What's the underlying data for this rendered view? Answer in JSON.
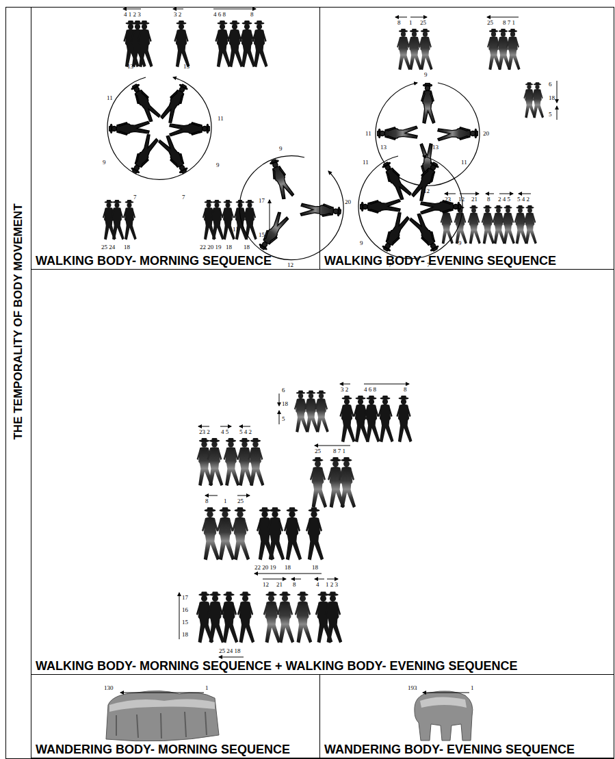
{
  "diagram": {
    "title": "THE TEMPORALITY OF BODY MOVEMENT",
    "nodes": [
      {
        "text": [
          "WALKING BODY- MORNING SEQUENCE"
        ]
      },
      {
        "text": [
          "WALKING BODY- EVENING SEQUENCE"
        ]
      },
      {
        "text": [
          "WALKING BODY- MORNING SEQUENCE + WALKING BODY- EVENING SEQUENCE"
        ]
      },
      {
        "text": [
          "WANDERING BODY- MORNING SEQUENCE"
        ]
      },
      {
        "text": [
          "WANDERING BODY- EVENING SEQUENCE"
        ]
      }
    ],
    "labels": [
      "4 1 2 3",
      "3 2",
      "4 6 8",
      "8",
      "13",
      "13",
      "11",
      "11",
      "9",
      "9",
      "7",
      "7",
      "25 24",
      "18",
      "22 20 19",
      "18",
      "18",
      "17",
      "15",
      "8",
      "1",
      "25",
      "25",
      "8 7 1",
      "9",
      "11",
      "20",
      "12",
      "6",
      "18",
      "5",
      "23",
      "12",
      "21",
      "8",
      "2 4 5",
      "5 4 2",
      "9",
      "20",
      "11",
      "12",
      "13",
      "13",
      "11",
      "11",
      "9",
      "9",
      "7",
      "7",
      "6",
      "18",
      "5",
      "3 2",
      "4 6 8",
      "8",
      "23 2",
      "4 5",
      "5 4 2",
      "25",
      "8 7 1",
      "8",
      "1",
      "25",
      "22 20 19",
      "18",
      "18",
      "17",
      "16",
      "15",
      "18",
      "12",
      "21",
      "8",
      "4",
      "1 2 3",
      "25 24 18",
      "130",
      "1",
      "193",
      "1"
    ]
  }
}
